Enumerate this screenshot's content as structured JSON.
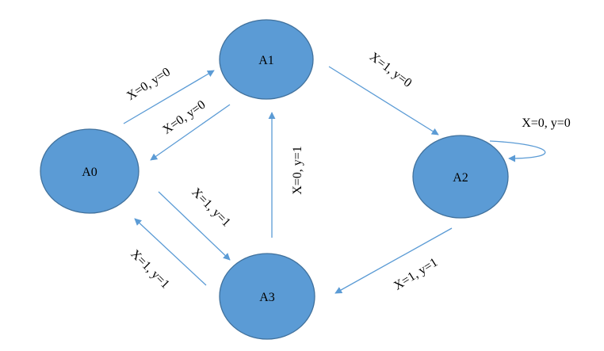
{
  "colors": {
    "node_fill": "#5b9bd5",
    "node_stroke": "#41719c",
    "edge": "#5b9bd5",
    "text": "#000000"
  },
  "states": {
    "a0": "A0",
    "a1": "A1",
    "a2": "A2",
    "a3": "A3"
  },
  "transitions": {
    "a0_to_a1": "X=0, y=0",
    "a1_to_a0": "X=0, y=0",
    "a1_to_a2": "X=1, y=0",
    "a2_self": "X=0, y=0",
    "a2_to_a3": "X=1, y=1",
    "a3_to_a1": "X=0, y=1",
    "a0_to_a3": "X=1, y=1",
    "a3_to_a0": "X=1, y=1"
  }
}
